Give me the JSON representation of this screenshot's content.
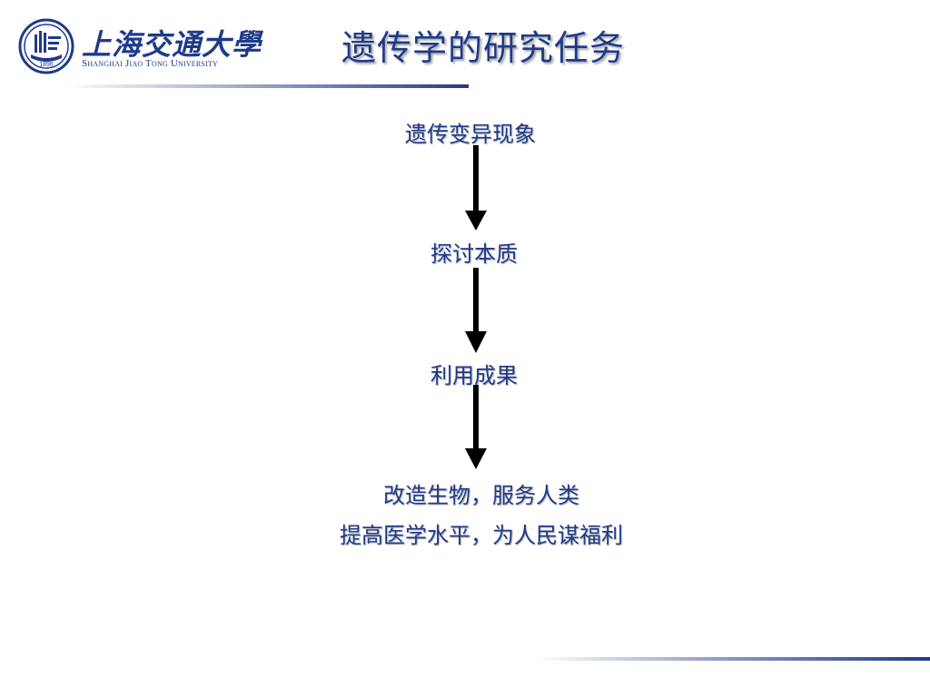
{
  "logo": {
    "name_cn": "上海交通大學",
    "name_en": "Shanghai Jiao Tong University",
    "seal_year": "1896",
    "brand_color": "#1f3a8a"
  },
  "title": "遗传学的研究任务",
  "flow": {
    "steps": [
      "遗传变异现象",
      "探讨本质",
      "利用成果"
    ],
    "outcome_lines": [
      "改造生物，服务人类",
      "提高医学水平，为人民谋福利"
    ],
    "arrow_color": "#000000",
    "text_color": "#1f3a8a"
  }
}
